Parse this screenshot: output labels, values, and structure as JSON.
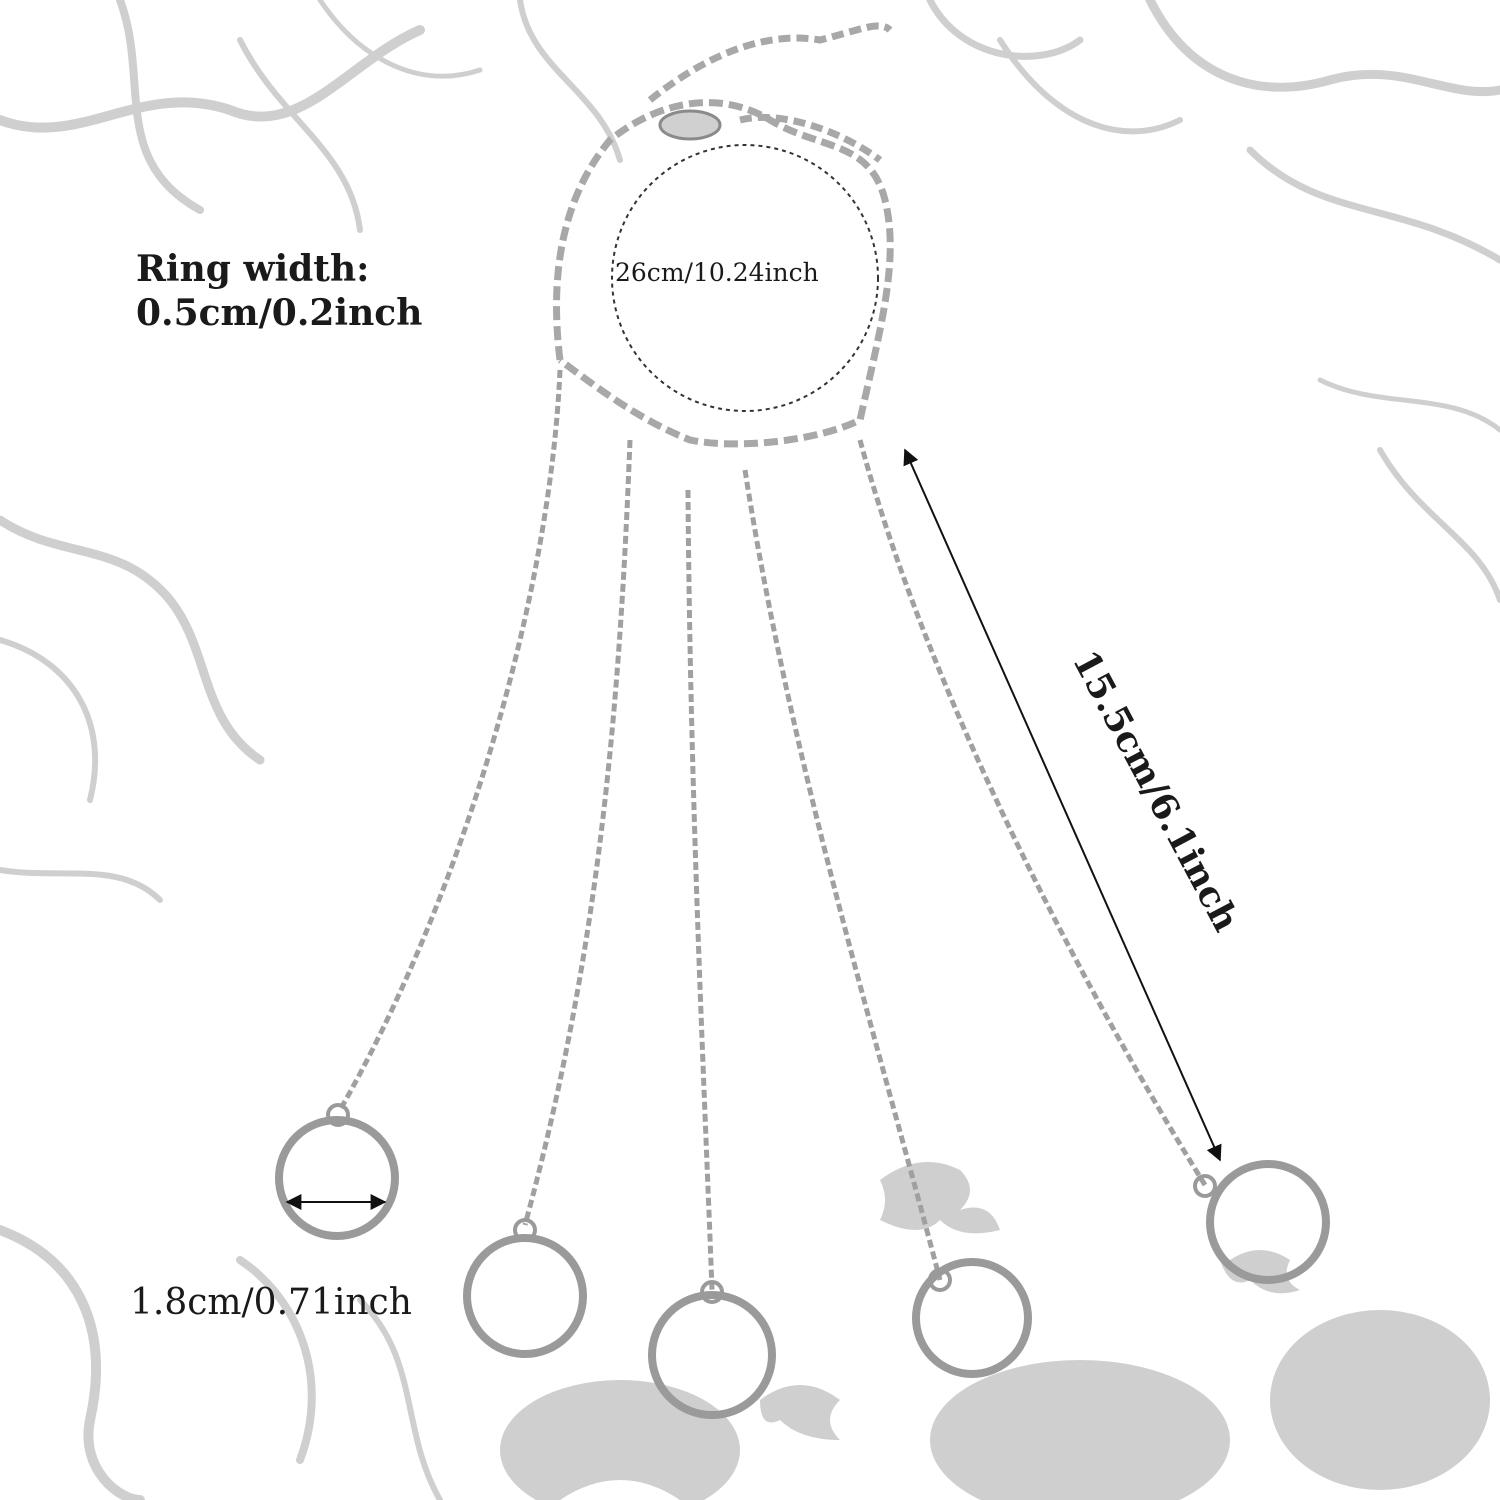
{
  "background": {
    "color": "#ffffff",
    "decoration_color": "#c8c8c8",
    "decoration_motifs": [
      "bare-tree-branches",
      "bats",
      "jack-o-lanterns"
    ]
  },
  "product": {
    "type": "slave bracelet hand chain with five finger rings",
    "metal_color": "#b8b8b8",
    "finger_chain_count": 5,
    "finger_ring_count": 5
  },
  "annotations": {
    "ring_width_title": "Ring width:",
    "ring_width_value": "0.5cm/0.2inch",
    "bracelet_circumference": "26cm/10.24inch",
    "chain_length": "15.5cm/6.1inch",
    "ring_diameter": "1.8cm/0.71inch"
  },
  "colors": {
    "text": "#1a1a1a",
    "arrow": "#111111"
  }
}
